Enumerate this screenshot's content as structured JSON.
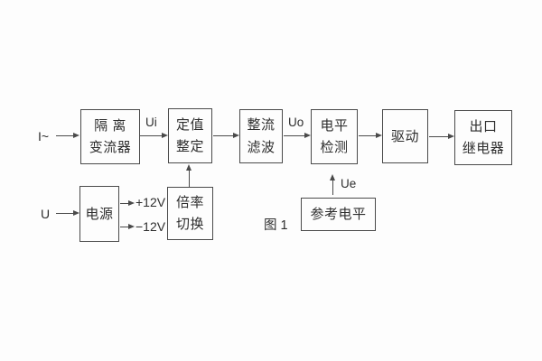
{
  "figure": {
    "caption": "图 1",
    "background_color": "#fdfdfd",
    "line_color": "#4a4a4a",
    "text_color": "#2e2e2e",
    "inputs": {
      "current": "I~",
      "voltage": "U"
    },
    "signals": {
      "ui": "Ui",
      "uo": "Uo",
      "ue": "Ue",
      "plus_12v": "+12V",
      "minus_12v": "−12V"
    },
    "blocks": {
      "isolation_transformer": {
        "line1": "隔 离",
        "line2": "变流器"
      },
      "setpoint_adjust": {
        "line1": "定值",
        "line2": "整定"
      },
      "rectify_filter": {
        "line1": "整流",
        "line2": "滤波"
      },
      "level_detect": {
        "line1": "电平",
        "line2": "检测"
      },
      "drive": {
        "label": "驱动"
      },
      "output_relay": {
        "line1": "出口",
        "line2": "继电器"
      },
      "power_supply": {
        "label": "电源"
      },
      "ratio_switch": {
        "line1": "倍率",
        "line2": "切换"
      },
      "reference_level": {
        "label": "参考电平"
      }
    }
  }
}
